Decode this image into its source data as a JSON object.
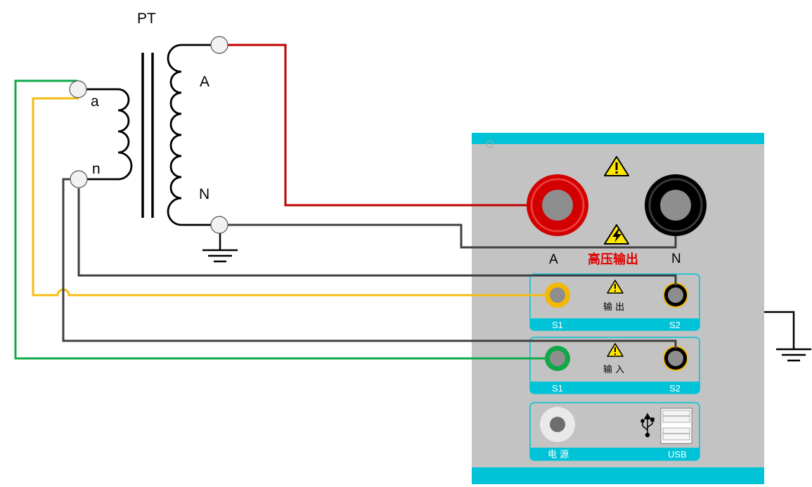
{
  "transformer": {
    "title": "PT",
    "primary_top_label": "A",
    "primary_bottom_label": "N",
    "secondary_top_label": "a",
    "secondary_bottom_label": "n"
  },
  "device": {
    "hv_label_a": "A",
    "hv_label_n": "N",
    "hv_output_title": "高压输出",
    "output_panel": {
      "title": "输 出",
      "left_label": "S1",
      "right_label": "S2"
    },
    "input_panel": {
      "title": "输 入",
      "left_label": "S1",
      "right_label": "S2"
    },
    "power_panel": {
      "power_label": "电 源",
      "usb_label": "USB"
    }
  },
  "colors": {
    "panel_body": "#c3c3c3",
    "panel_accent": "#00c3d8",
    "wire_red": "#c00000",
    "wire_yellow": "#f5bc12",
    "wire_green": "#12a84a",
    "wire_gray": "#404040",
    "hv_warning_text": "#e00000"
  },
  "icons": [
    "warning-icon",
    "high-voltage-icon",
    "ground-icon",
    "usb-icon"
  ]
}
